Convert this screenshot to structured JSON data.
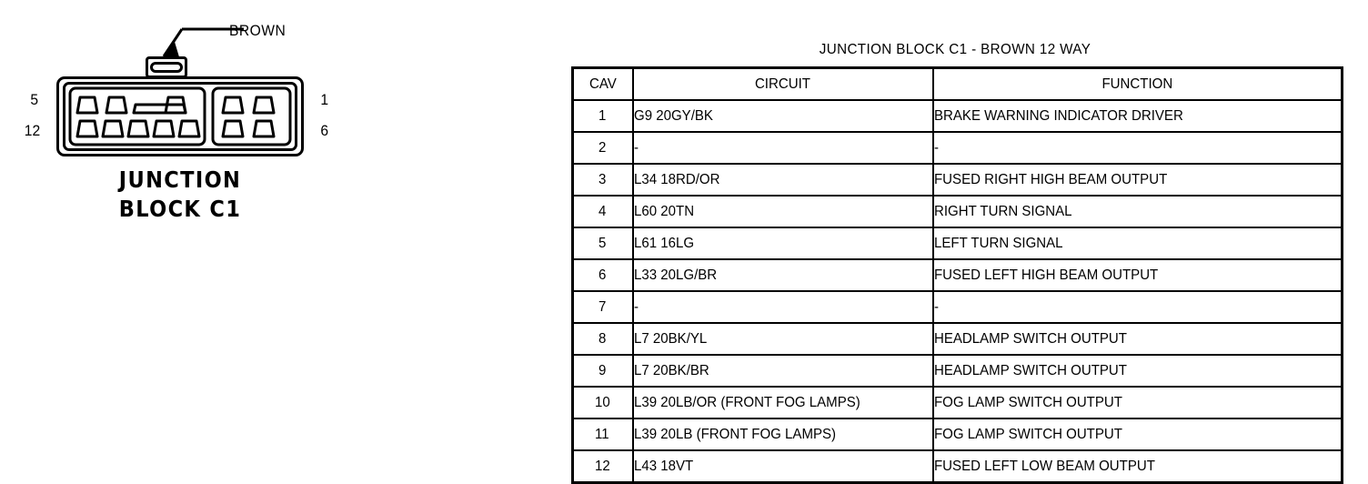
{
  "connector": {
    "color_callout": "BROWN",
    "caption_line1": "JUNCTION",
    "caption_line2": "BLOCK C1",
    "pin_top_left": "5",
    "pin_bottom_left": "12",
    "pin_top_right": "1",
    "pin_bottom_right": "6"
  },
  "table": {
    "title": "JUNCTION BLOCK C1 - BROWN 12 WAY",
    "columns": [
      "CAV",
      "CIRCUIT",
      "FUNCTION"
    ],
    "rows": [
      {
        "cav": "1",
        "circuit": "G9 20GY/BK",
        "function": "BRAKE WARNING INDICATOR DRIVER"
      },
      {
        "cav": "2",
        "circuit": "-",
        "function": "-"
      },
      {
        "cav": "3",
        "circuit": "L34 18RD/OR",
        "function": "FUSED RIGHT HIGH BEAM OUTPUT"
      },
      {
        "cav": "4",
        "circuit": "L60 20TN",
        "function": "RIGHT TURN SIGNAL"
      },
      {
        "cav": "5",
        "circuit": "L61 16LG",
        "function": "LEFT TURN SIGNAL"
      },
      {
        "cav": "6",
        "circuit": "L33 20LG/BR",
        "function": "FUSED LEFT HIGH BEAM OUTPUT"
      },
      {
        "cav": "7",
        "circuit": "-",
        "function": "-"
      },
      {
        "cav": "8",
        "circuit": "L7 20BK/YL",
        "function": "HEADLAMP SWITCH OUTPUT"
      },
      {
        "cav": "9",
        "circuit": "L7 20BK/BR",
        "function": "HEADLAMP SWITCH OUTPUT"
      },
      {
        "cav": "10",
        "circuit": "L39 20LB/OR (FRONT FOG LAMPS)",
        "function": "FOG LAMP SWITCH OUTPUT"
      },
      {
        "cav": "11",
        "circuit": "L39 20LB (FRONT FOG LAMPS)",
        "function": "FOG LAMP SWITCH OUTPUT"
      },
      {
        "cav": "12",
        "circuit": "L43 18VT",
        "function": "FUSED LEFT LOW BEAM OUTPUT"
      }
    ]
  }
}
